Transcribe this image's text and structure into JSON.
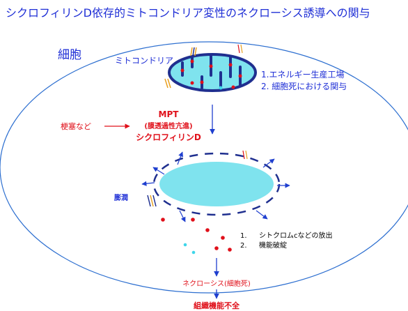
{
  "title": "シクロフィリンD依存的ミトコンドリア変性のネクローシス誘導への関与",
  "cell_label": "細胞",
  "mito_label": "ミトコンドリア",
  "mito_roles": [
    "1.エネルギー生産工場",
    "2. 細胞死における関与"
  ],
  "trigger_label": "梗塞など",
  "mpt": {
    "line1": "MPT",
    "line2": "(膜透過性亢進)",
    "line3": "シクロフィリンD"
  },
  "swelling_label": "膨潤",
  "release_items": [
    {
      "num": "1.",
      "text": "シトクロムcなどの放出"
    },
    {
      "num": "2.",
      "text": "機能破綻"
    }
  ],
  "necrosis_label": "ネクローシス(細胞死)",
  "outcome_label": "組織機能不全",
  "colors": {
    "title": "#1f2fd6",
    "text_blue": "#1f2fd6",
    "text_red": "#e0101a",
    "cell_outline": "#2d6fd0",
    "mito_fill": "#7fe3ee",
    "mito_outline": "#1f2f8f",
    "dot_red": "#e0101a",
    "dot_cyan": "#3fd6ea",
    "arrow_blue": "#1f3fcf"
  }
}
